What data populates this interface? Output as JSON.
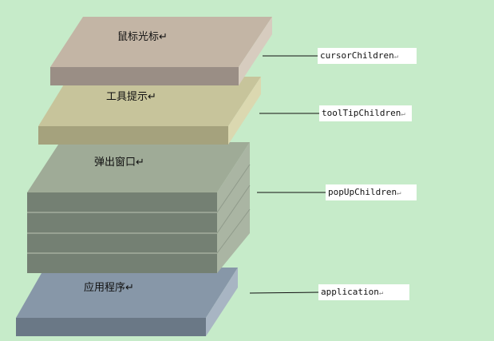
{
  "layers": {
    "cursor": {
      "title": "鼠标光标",
      "label": "cursorChildren"
    },
    "tooltip": {
      "title": "工具提示",
      "label": "toolTipChildren"
    },
    "popup": {
      "title": "弹出窗口",
      "label": "popUpChildren"
    },
    "application": {
      "title": "应用程序",
      "label": "application"
    }
  },
  "mark_glyph": "↵",
  "colors": {
    "background": "#c6ebc9",
    "cursor_top": "#c3b5a5",
    "tooltip_top": "#c7c49b",
    "popup_top": "#9fab97",
    "application_top": "#8797a8"
  }
}
